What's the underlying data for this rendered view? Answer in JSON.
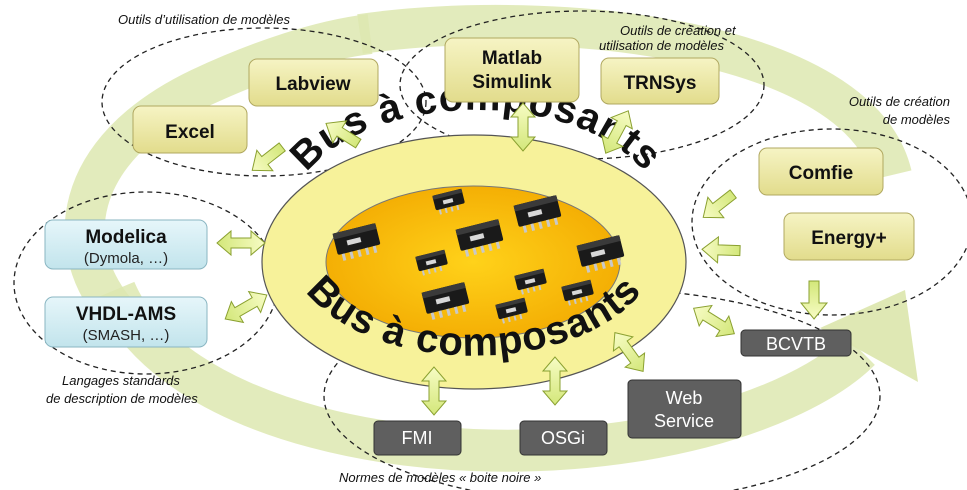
{
  "bus": {
    "top_label": "Bus à composants",
    "bottom_label": "Bus à composants"
  },
  "groups": {
    "usage_tools": "Outils d’utilisation de modèles",
    "creation_usage_line1": "Outils de création et",
    "creation_usage_line2": "utilisation de modèles",
    "creation_line1": "Outils de création",
    "creation_line2": "de modèles",
    "languages_line1": "Langages standards",
    "languages_line2": "de description de modèles",
    "norms": "Normes de modèles « boite noire »"
  },
  "tools": {
    "excel": "Excel",
    "labview": "Labview",
    "matlab_line1": "Matlab",
    "matlab_line2": "Simulink",
    "trnsys": "TRNSys",
    "comfie": "Comfie",
    "energyplus": "Energy+"
  },
  "languages": {
    "modelica": "Modelica",
    "modelica_sub": "(Dymola, …)",
    "vhdl": "VHDL-AMS",
    "vhdl_sub": "(SMASH, …)"
  },
  "norms": {
    "fmi": "FMI",
    "osgi": "OSGi",
    "webservice_line1": "Web",
    "webservice_line2": "Service",
    "bcvtb": "BCVTB"
  },
  "colors": {
    "big_arrow": "#dde7b0",
    "ring": "#f7f29a",
    "core": "#ffc000",
    "tool_box": "#eeeaa8",
    "lang_box": "#d2ecf2",
    "norm_box": "#5f5f5f",
    "small_arrow": "#e6f49a"
  }
}
